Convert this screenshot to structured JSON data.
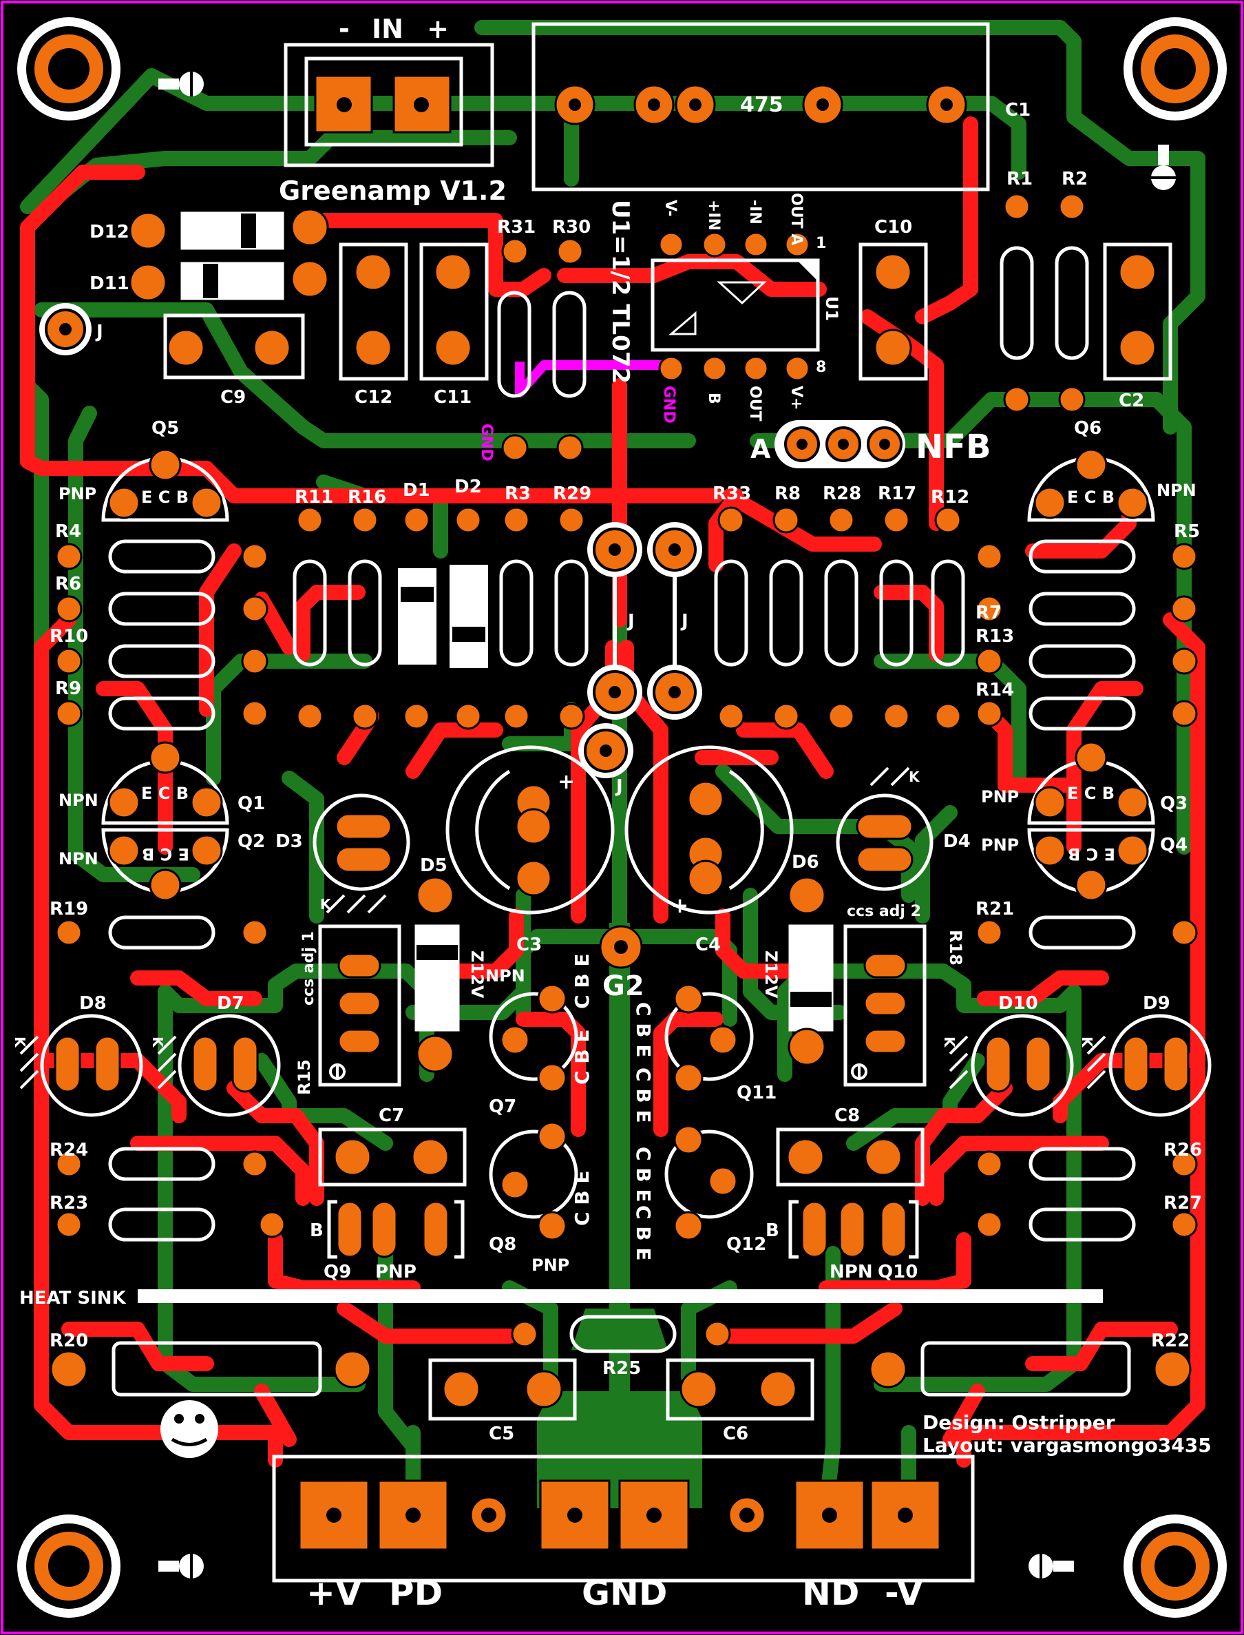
{
  "colors": {
    "background": "#000000",
    "border": "#ff00ff",
    "top_copper": "#ff1a1a",
    "bottom_copper": "#1e7a1e",
    "pad": "#f07010",
    "silk": "#ffffff",
    "gnd_jumper": "#ff00ff"
  },
  "board": {
    "title": "Greenamp V1.2",
    "input_header": {
      "minus": "-",
      "label": "IN",
      "plus": "+"
    },
    "opamp": "U1=1/2 TL072",
    "design": "Design: Ostripper",
    "layout": "Layout: vargasmongo3435",
    "heatsink": "HEAT SINK",
    "nfb": "NFB",
    "nfb_a": "A",
    "g2": "G2",
    "c1_value": "475",
    "gnd_mark": "GND"
  },
  "opamp_pins_top": [
    "V-",
    "+IN",
    "-IN",
    "OUT A",
    "1"
  ],
  "opamp_pins_bottom": [
    "GND",
    "B",
    "OUT",
    "V+",
    "8"
  ],
  "opamp_ref": "U1",
  "output_labels": [
    "+V",
    "PD",
    "GND",
    "ND",
    "-V"
  ],
  "parts": {
    "C1": "C1",
    "C2": "C2",
    "C3": "C3",
    "C4": "C4",
    "C5": "C5",
    "C6": "C6",
    "C7": "C7",
    "C8": "C8",
    "C9": "C9",
    "C10": "C10",
    "C11": "C11",
    "C12": "C12",
    "R1": "R1",
    "R2": "R2",
    "R3": "R3",
    "R4": "R4",
    "R5": "R5",
    "R6": "R6",
    "R7": "R7",
    "R8": "R8",
    "R9": "R9",
    "R10": "R10",
    "R11": "R11",
    "R12": "R12",
    "R13": "R13",
    "R14": "R14",
    "R15": "R15",
    "R16": "R16",
    "R17": "R17",
    "R18": "R18",
    "R19": "R19",
    "R20": "R20",
    "R21": "R21",
    "R22": "R22",
    "R23": "R23",
    "R24": "R24",
    "R25": "R25",
    "R26": "R26",
    "R27": "R27",
    "R28": "R28",
    "R29": "R29",
    "R30": "R30",
    "R31": "R31",
    "R33": "R33",
    "D1": "D1",
    "D2": "D2",
    "D3": "D3",
    "D4": "D4",
    "D5": "D5",
    "D6": "D6",
    "D7": "D7",
    "D8": "D8",
    "D9": "D9",
    "D10": "D10",
    "D11": "D11",
    "D12": "D12",
    "Q1": "Q1",
    "Q2": "Q2",
    "Q3": "Q3",
    "Q4": "Q4",
    "Q5": "Q5",
    "Q6": "Q6",
    "Q7": "Q7",
    "Q8": "Q8",
    "Q9": "Q9",
    "Q10": "Q10",
    "Q11": "Q11",
    "Q12": "Q12",
    "J": "J"
  },
  "misc": {
    "pnp": "PNP",
    "npn": "NPN",
    "ecb": "E C B",
    "bce": "B C E",
    "cbe": "C B E",
    "z12v": "Z12V",
    "ccs_adj_1": "ccs adj 1",
    "ccs_adj_2": "ccs adj 2",
    "b": "B",
    "k": "K",
    "plus": "+"
  }
}
